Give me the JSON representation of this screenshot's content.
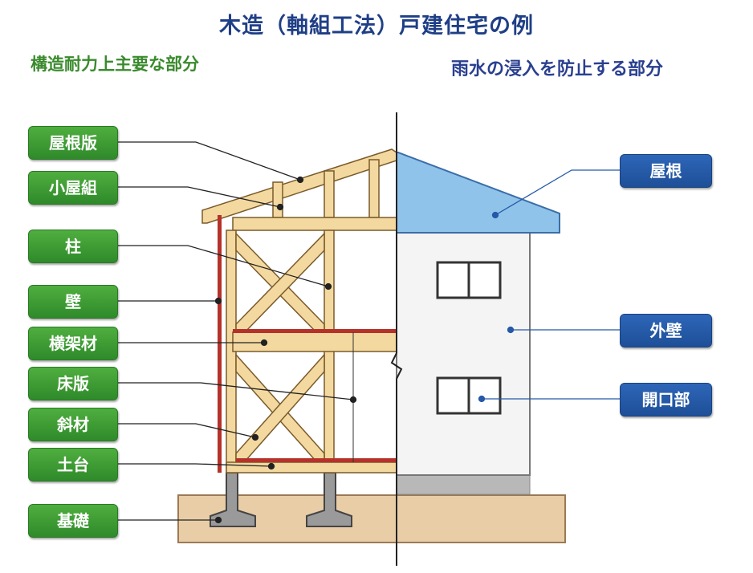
{
  "title": "木造（軸組工法）戸建住宅の例",
  "left_heading": "構造耐力上主要な部分",
  "right_heading": "雨水の浸入を防止する部分",
  "left_labels": [
    "屋根版",
    "小屋組",
    "柱",
    "壁",
    "横架材",
    "床版",
    "斜材",
    "土台",
    "基礎"
  ],
  "right_labels": [
    "屋根",
    "外壁",
    "開口部"
  ],
  "colors": {
    "green_label": "#3a9a32",
    "blue_label": "#2459a8",
    "timber": "#f3d9a0",
    "sill_red": "#b5322b",
    "roof_blue": "#8fc3ea",
    "wall": "#f4f4f4",
    "foundation": "#e9cda6"
  }
}
